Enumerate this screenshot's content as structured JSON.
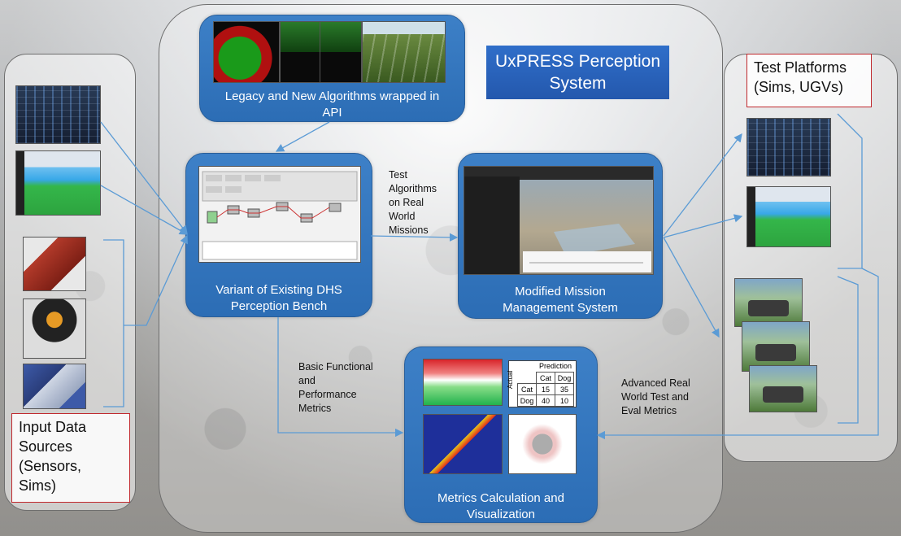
{
  "title": "UxPRESS Perception System",
  "legacy_box": {
    "label": "Legacy and New Algorithms wrapped in API"
  },
  "bench_box": {
    "label": "Variant of Existing DHS Perception Bench"
  },
  "mission_box": {
    "label": "Modified Mission Management System"
  },
  "metrics_box": {
    "label": "Metrics Calculation and Visualization"
  },
  "input_sources": {
    "label": "Input Data Sources (Sensors, Sims)"
  },
  "test_platforms": {
    "label": "Test Platforms (Sims, UGVs)"
  },
  "edge_labels": {
    "test_algorithms": "Test Algorithms on Real World Missions",
    "basic_metrics": "Basic Functional and Performance Metrics",
    "advanced_metrics": "Advanced Real World Test and Eval Metrics"
  },
  "confusion_table": {
    "prediction": "Prediction",
    "actual": "Actual",
    "col_cat": "Cat",
    "col_dog": "Dog",
    "row_cat": "Cat",
    "row_dog": "Dog",
    "cat_cat": "15",
    "cat_dog": "35",
    "dog_cat": "40",
    "dog_dog": "10"
  },
  "colors": {
    "box_blue": "#2c6db5",
    "title_blue": "#2458ad",
    "frame_red": "#c0282d",
    "arrow_blue": "#5b9bd5"
  }
}
